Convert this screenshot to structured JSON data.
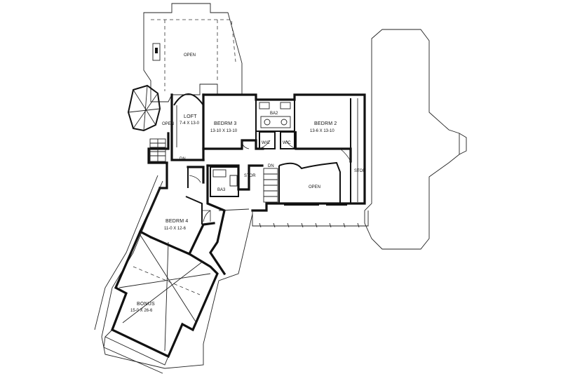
{
  "rooms": {
    "open_top": "OPEN",
    "open_side": "OPEN",
    "loft_name": "LOFT",
    "loft_dim": "7-4 X 13-0",
    "bedrm3_name": "BEDRM 3",
    "bedrm3_dim": "13-10 X 13-10",
    "ba2": "BA2",
    "bedrm2_name": "BEDRM 2",
    "bedrm2_dim": "13-6 X 13-10",
    "wic_left": "W/C",
    "wic_right": "W/C",
    "stor_right": "STOR",
    "stor_mid": "STOR",
    "dn_left": "DN",
    "dn_mid": "DN",
    "ba3": "BA3",
    "open_stair": "OPEN",
    "bedrm4_name": "BEDRM 4",
    "bedrm4_dim": "11-0 X 12-6",
    "bonus_name": "BONUS",
    "bonus_dim": "15-0 X 26-6"
  }
}
